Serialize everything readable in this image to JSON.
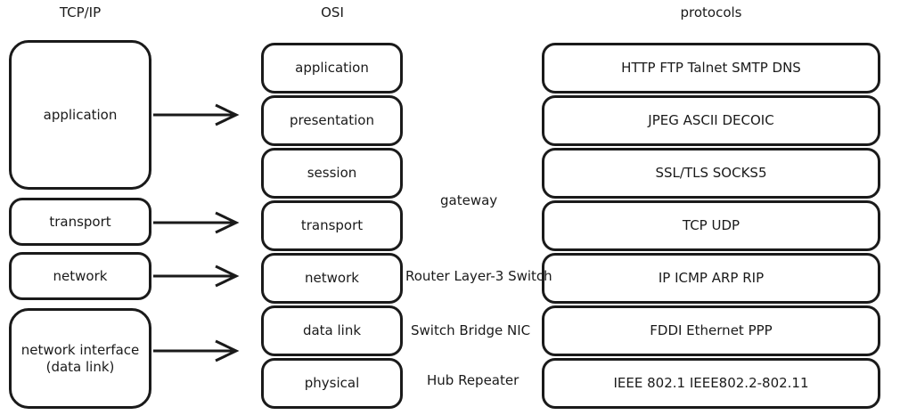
{
  "diagram": {
    "title": "TCP/IP, OSI and protocols layer comparison",
    "background_color": "#ffffff",
    "stroke_color": "#1a1a1a",
    "text_color": "#1a1a1a"
  },
  "headers": {
    "tcpip": "TCP/IP",
    "osi": "OSI",
    "protocols": "protocols"
  },
  "tcpip_layers": [
    {
      "label": "application"
    },
    {
      "label": "transport"
    },
    {
      "label": "network"
    },
    {
      "label": "network interface\n(data link)"
    }
  ],
  "osi_layers": [
    {
      "label": "application"
    },
    {
      "label": "presentation"
    },
    {
      "label": "session"
    },
    {
      "label": "transport"
    },
    {
      "label": "network"
    },
    {
      "label": "data link"
    },
    {
      "label": "physical"
    }
  ],
  "protocol_layers": [
    {
      "label": "HTTP FTP Talnet SMTP DNS"
    },
    {
      "label": "JPEG ASCII DECOIC"
    },
    {
      "label": "SSL/TLS SOCKS5"
    },
    {
      "label": "TCP UDP"
    },
    {
      "label": "IP ICMP ARP RIP"
    },
    {
      "label": "FDDI Ethernet PPP"
    },
    {
      "label": "IEEE 802.1 IEEE802.2-802.11"
    }
  ],
  "device_labels": [
    {
      "label": "gateway"
    },
    {
      "label": "Router Layer-3 Switch"
    },
    {
      "label": "Switch  Bridge  NIC"
    },
    {
      "label": "Hub   Repeater"
    }
  ],
  "arrows": {
    "count": 4,
    "direction": "left-to-right",
    "description": "maps TCP/IP layers onto OSI layers"
  }
}
